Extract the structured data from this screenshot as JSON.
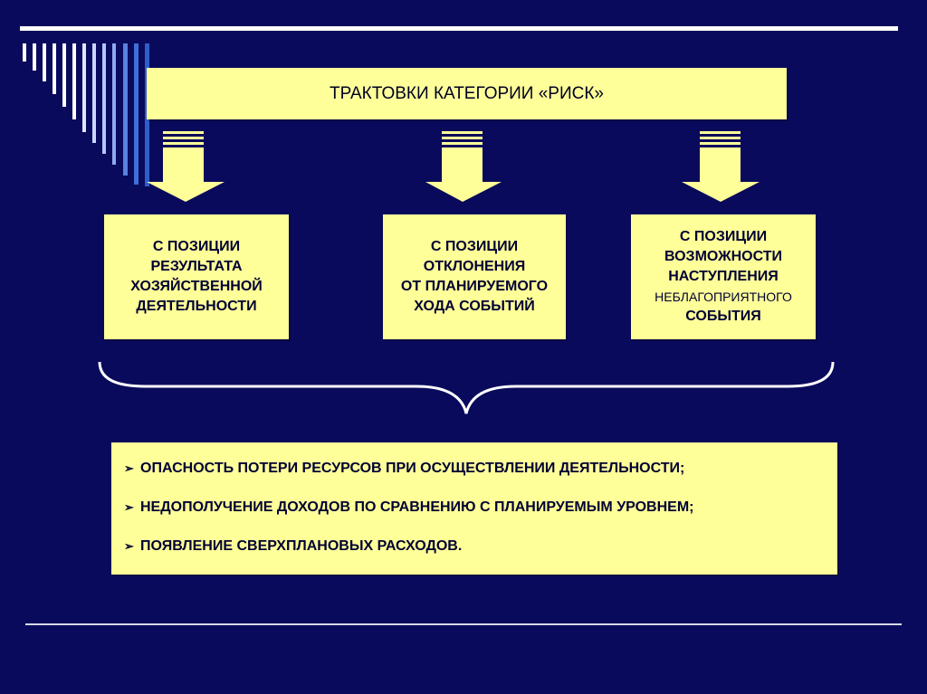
{
  "title": "ТРАКТОВКИ КАТЕГОРИИ «РИСК»",
  "categories": [
    {
      "lines": [
        "С ПОЗИЦИИ",
        "РЕЗУЛЬТАТА",
        "ХОЗЯЙСТВЕННОЙ",
        "ДЕЯТЕЛЬНОСТИ"
      ]
    },
    {
      "lines": [
        "С ПОЗИЦИИ",
        "ОТКЛОНЕНИЯ",
        "ОТ ПЛАНИРУЕМОГО",
        "ХОДА СОБЫТИЙ"
      ]
    },
    {
      "lines": [
        "С ПОЗИЦИИ",
        "ВОЗМОЖНОСТИ",
        "НАСТУПЛЕНИЯ",
        "НЕБЛАГОПРИЯТНОГО",
        "СОБЫТИЯ"
      ]
    }
  ],
  "bullet_symbol": "➢",
  "list_items": [
    "ОПАСНОСТЬ ПОТЕРИ РЕСУРСОВ ПРИ ОСУЩЕСТВЛЕНИИ ДЕЯТЕЛЬНОСТИ;",
    "НЕДОПОЛУЧЕНИЕ ДОХОДОВ ПО СРАВНЕНИЮ С ПЛАНИРУЕМЫМ УРОВНЕМ;",
    "ПОЯВЛЕНИЕ СВЕРХПЛАНОВЫХ РАСХОДОВ."
  ],
  "colors": {
    "background": "#0a0a5c",
    "box_fill": "#ffff99",
    "text": "#000033",
    "stripe_light": "#ffffff",
    "stripe_blue": "#3f6fd8"
  }
}
